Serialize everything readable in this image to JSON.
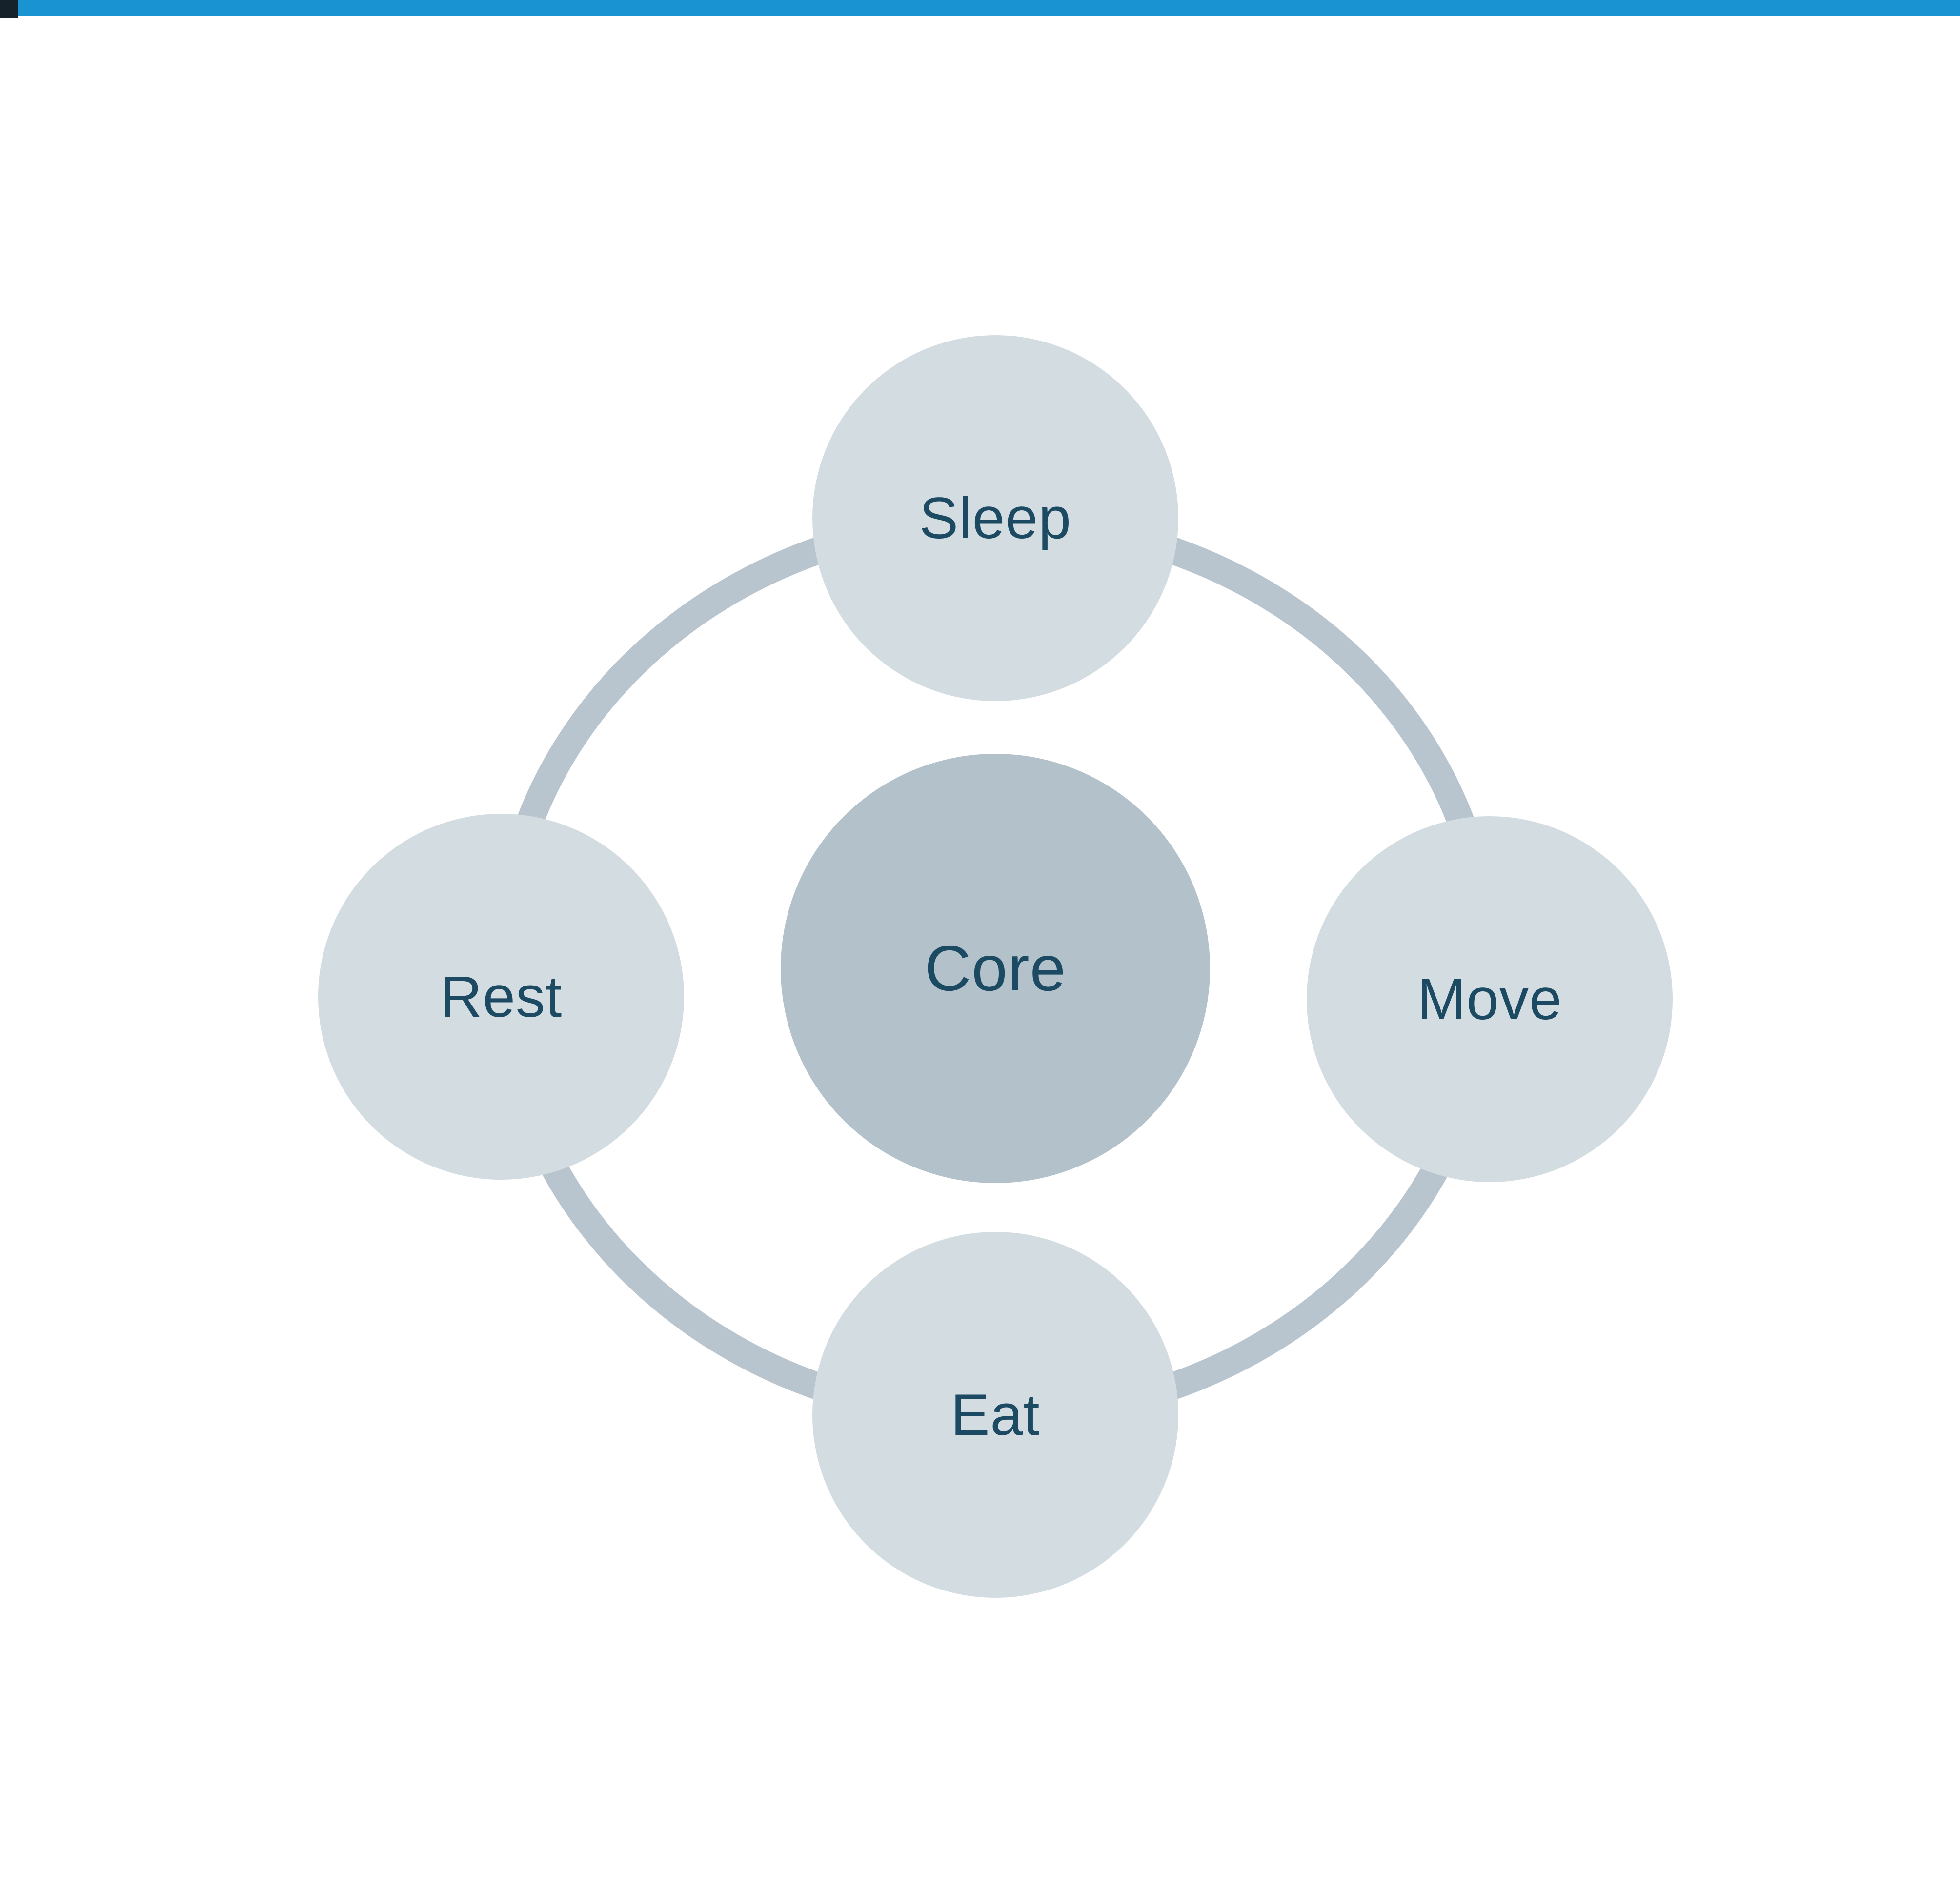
{
  "topbar": {
    "bar_color": "#1993d1",
    "corner_color": "#15222c"
  },
  "diagram": {
    "type": "cycle",
    "ring_color": "#b9c5ce",
    "node_fill": "#d3dce1",
    "center_fill": "#b3c1ca",
    "text_color": "#1c4a63",
    "center": {
      "label": "Core"
    },
    "nodes": [
      {
        "label": "Sleep",
        "position": "top"
      },
      {
        "label": "Move",
        "position": "right"
      },
      {
        "label": "Eat",
        "position": "bottom"
      },
      {
        "label": "Rest",
        "position": "left"
      }
    ]
  }
}
